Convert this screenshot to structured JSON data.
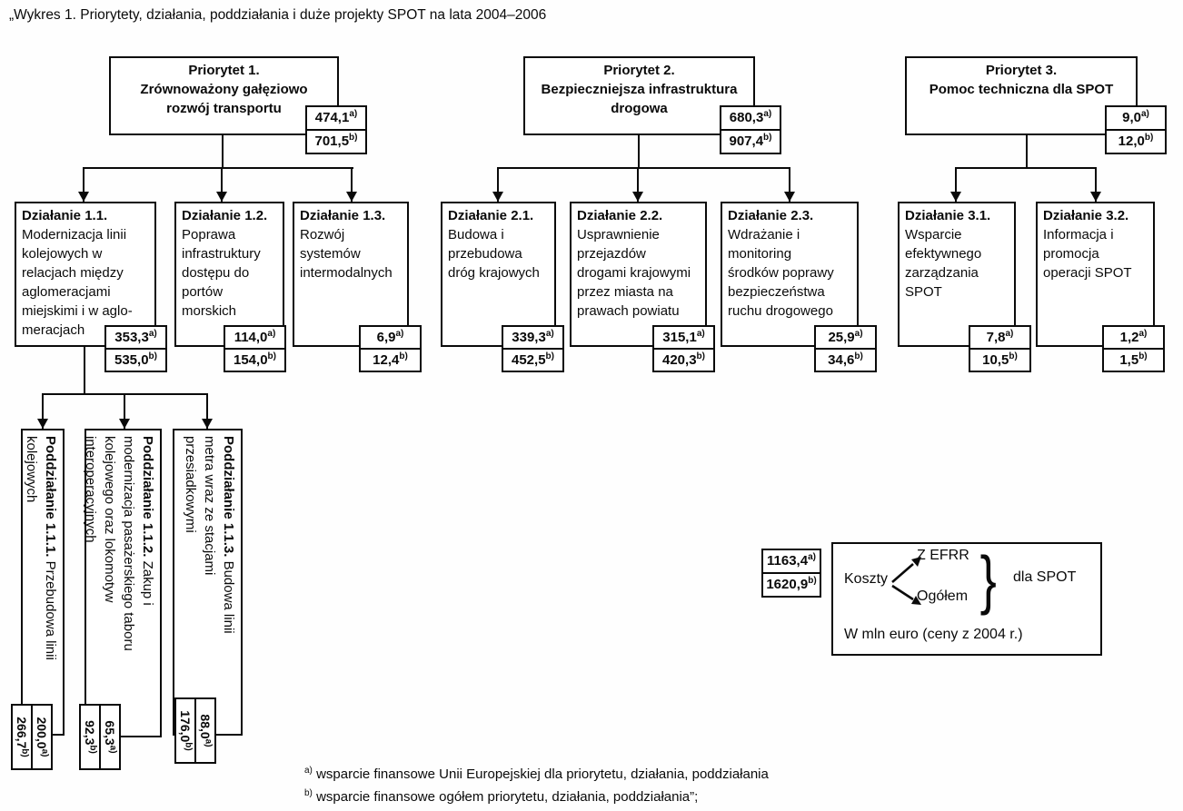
{
  "title": "„Wykres 1. Priorytety, działania, poddziałania i duże projekty SPOT na lata 2004–2006",
  "marks": {
    "a": "a)",
    "b": "b)"
  },
  "priorities": {
    "p1": {
      "name": "Priorytet 1.",
      "lines": [
        "Zrównoważony gałęziowo",
        "rozwój transportu"
      ],
      "eu": "474,1",
      "total": "701,5"
    },
    "p2": {
      "name": "Priorytet 2.",
      "lines": [
        "Bezpieczniejsza infrastruktura",
        "drogowa"
      ],
      "eu": "680,3",
      "total": "907,4"
    },
    "p3": {
      "name": "Priorytet 3.",
      "lines": [
        "Pomoc techniczna dla SPOT"
      ],
      "eu": "9,0",
      "total": "12,0"
    }
  },
  "measures": {
    "d11": {
      "name": "Działanie 1.1.",
      "lines": [
        "Modernizacja linii",
        "kolejowych w",
        "relacjach między",
        "aglomeracjami",
        "miejskimi i w aglo-",
        "meracjach"
      ],
      "eu": "353,3",
      "total": "535,0"
    },
    "d12": {
      "name": "Działanie 1.2.",
      "lines": [
        "Poprawa",
        "infrastruktury",
        "dostępu do",
        "portów",
        "morskich"
      ],
      "eu": "114,0",
      "total": "154,0"
    },
    "d13": {
      "name": "Działanie 1.3.",
      "lines": [
        "Rozwój",
        "systemów",
        "intermodalnych"
      ],
      "eu": "6,9",
      "total": "12,4"
    },
    "d21": {
      "name": "Działanie 2.1.",
      "lines": [
        "Budowa i",
        "przebudowa",
        "dróg krajowych"
      ],
      "eu": "339,3",
      "total": "452,5"
    },
    "d22": {
      "name": "Działanie 2.2.",
      "lines": [
        "Usprawnienie",
        "przejazdów",
        "drogami krajowymi",
        "przez miasta na",
        "prawach powiatu"
      ],
      "eu": "315,1",
      "total": "420,3"
    },
    "d23": {
      "name": "Działanie 2.3.",
      "lines": [
        "Wdrażanie i",
        "monitoring",
        "środków poprawy",
        "bezpieczeństwa",
        "ruchu drogowego"
      ],
      "eu": "25,9",
      "total": "34,6"
    },
    "d31": {
      "name": "Działanie 3.1.",
      "lines": [
        "Wsparcie",
        "efektywnego",
        "zarządzania",
        "SPOT"
      ],
      "eu": "7,8",
      "total": "10,5"
    },
    "d32": {
      "name": "Działanie 3.2.",
      "lines": [
        "Informacja i",
        "promocja",
        "operacji SPOT"
      ],
      "eu": "1,2",
      "total": "1,5"
    }
  },
  "submeasures": {
    "s111": {
      "name": "Poddziałanie 1.1.1.",
      "tail": "Przebudowa linii",
      "lines": [
        "kolejowych"
      ],
      "eu": "200,0",
      "total": "266,7"
    },
    "s112": {
      "name": "Poddziałanie 1.1.2.",
      "tail": "Zakup i",
      "lines": [
        "modernizacja pasażerskiego taboru",
        "kolejowego oraz lokomotyw",
        "interoperacyjnych"
      ],
      "eu": "65,3",
      "total": "92,3"
    },
    "s113": {
      "name": "Poddziałanie 1.1.3.",
      "tail": "Budowa linii",
      "lines": [
        "metra wraz ze stacjami",
        "przesiadkowymi"
      ],
      "eu": "88,0",
      "total": "176,0"
    }
  },
  "legend": {
    "eu": "1163,4",
    "total": "1620,9",
    "koszty": "Koszty",
    "efrr": "Z EFRR",
    "ogolem": "Ogółem",
    "brace": "}",
    "dla_spot": "dla SPOT",
    "note": "W mln euro (ceny z 2004 r.)"
  },
  "footnotes": {
    "a": "wsparcie finansowe Unii Europejskiej dla priorytetu, działania, poddziałania",
    "b": "wsparcie finansowe ogółem priorytetu, działania, poddziałania”;"
  }
}
